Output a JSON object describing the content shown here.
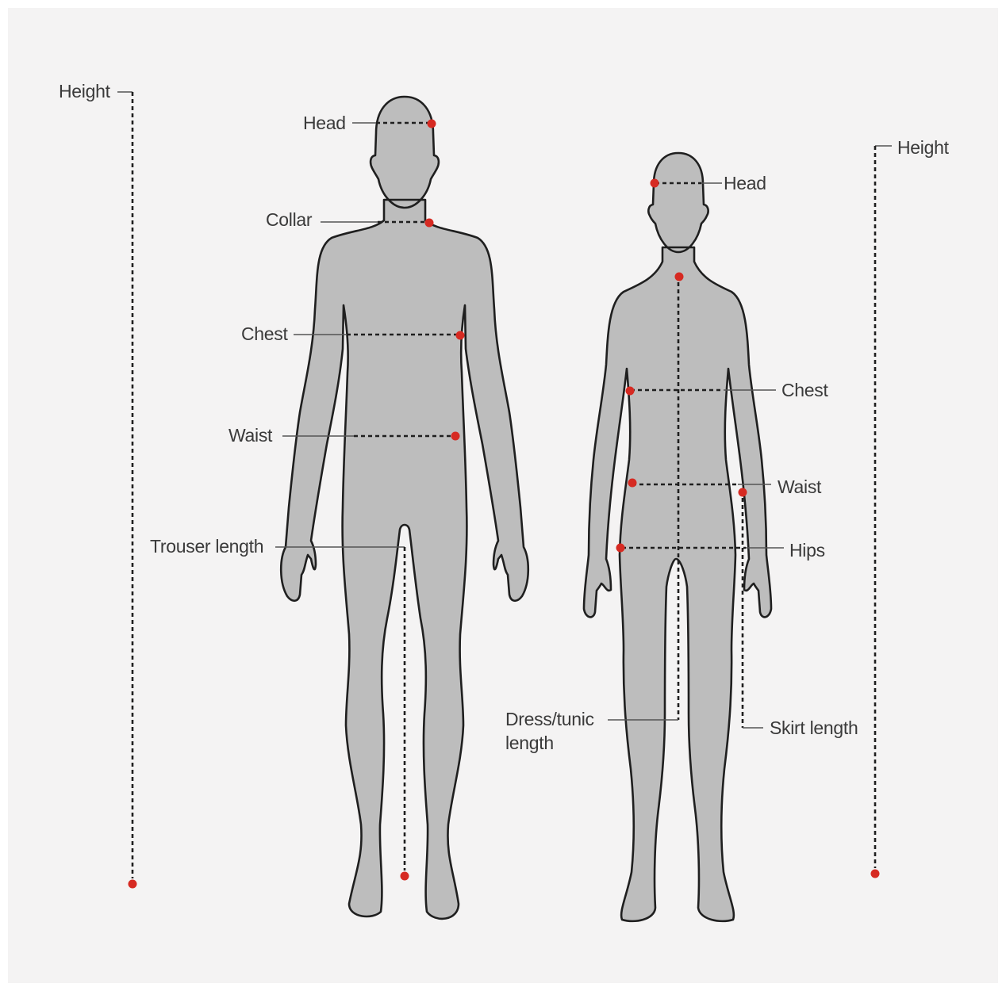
{
  "colors": {
    "background": "#f4f3f3",
    "figure_fill": "#bdbdbd",
    "outline": "#1f1f1f",
    "marker": "#d62a22",
    "text": "#3a3a3a"
  },
  "male": {
    "height": "Height",
    "head": "Head",
    "collar": "Collar",
    "chest": "Chest",
    "waist": "Waist",
    "trouser_length": "Trouser length"
  },
  "female": {
    "height": "Height",
    "head": "Head",
    "chest": "Chest",
    "waist": "Waist",
    "hips": "Hips",
    "dress_line1": "Dress/tunic",
    "dress_line2": "length",
    "skirt_length": "Skirt length"
  }
}
